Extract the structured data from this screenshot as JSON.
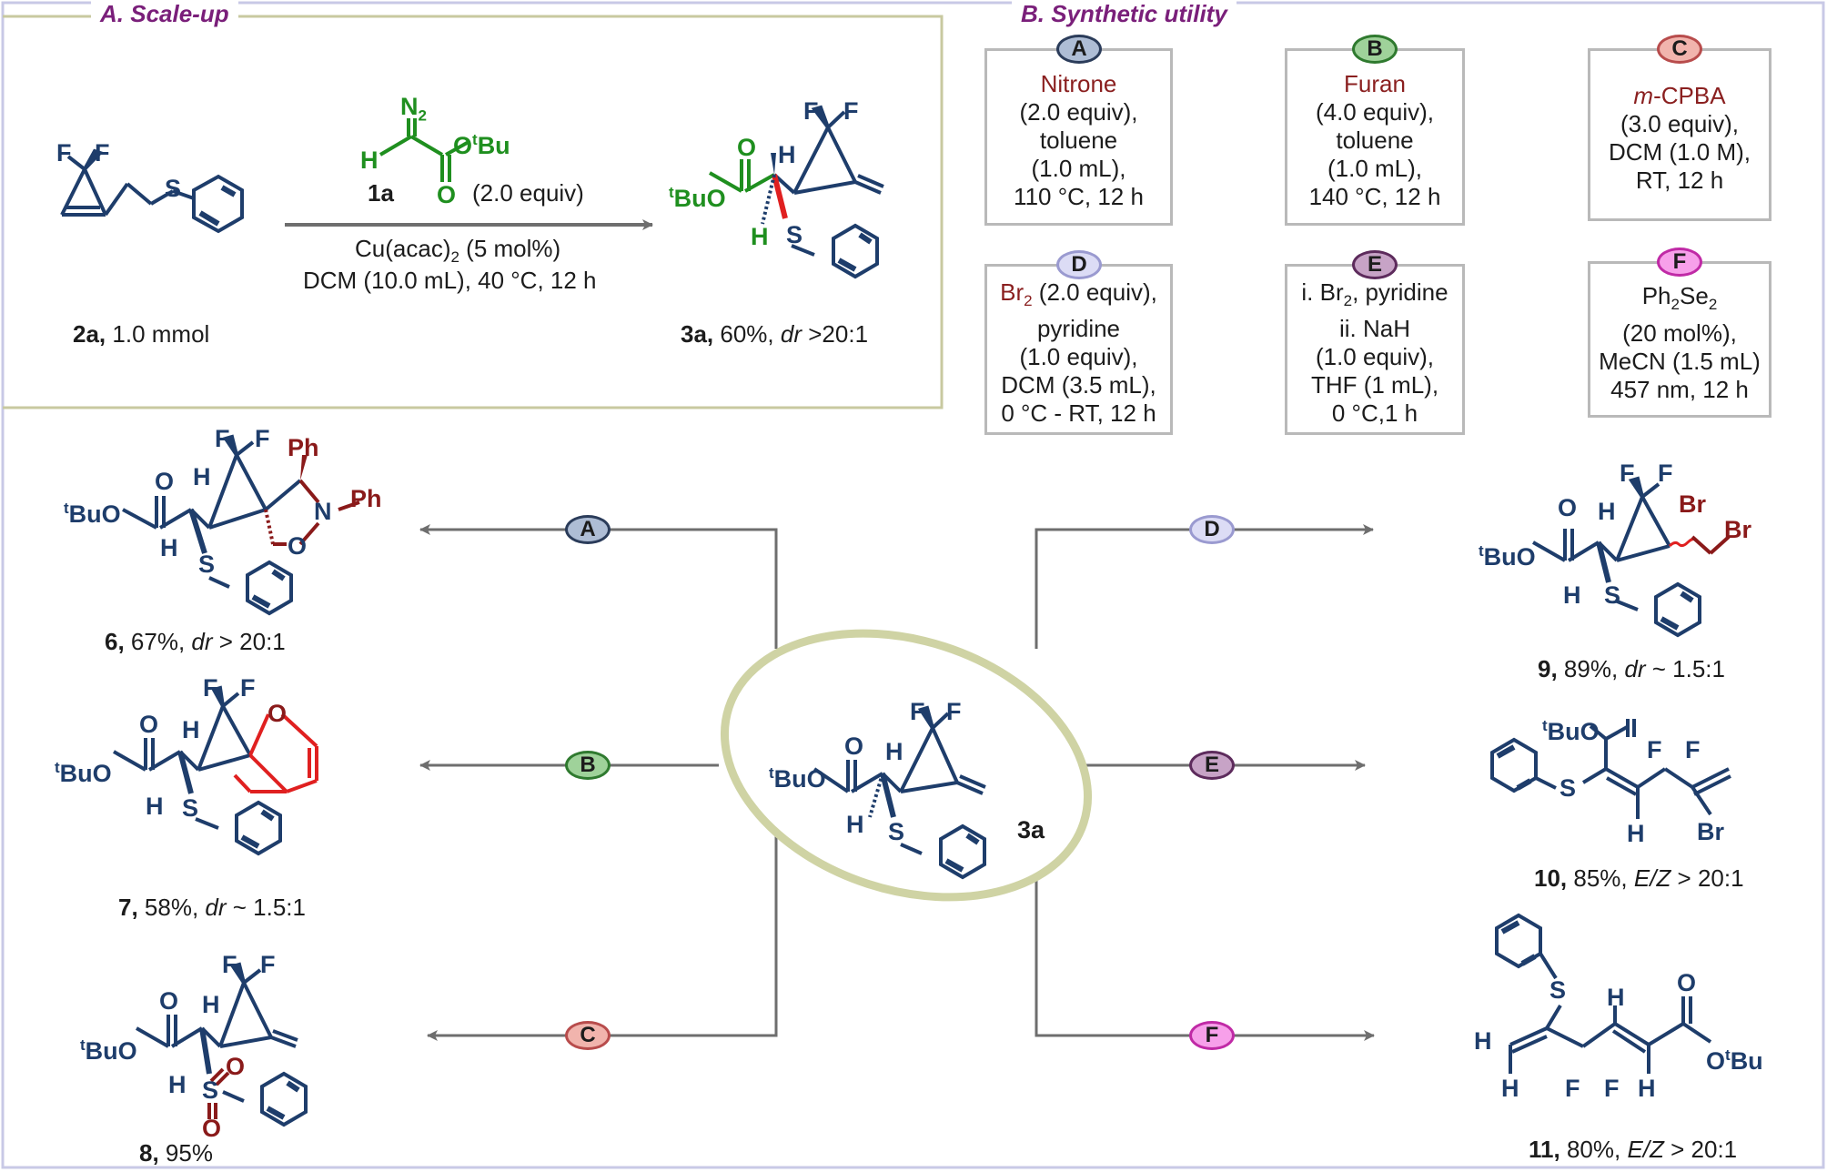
{
  "sections": {
    "scale_up": "A. Scale-up",
    "synthetic_utility": "B. Synthetic utility"
  },
  "colors": {
    "green": "#1f8f1f",
    "navy": "#1e3d6b",
    "red": "#e02020",
    "dark_red": "#8a1a1a",
    "purple_title": "#7a1f7a",
    "panel_border": "#c8c9a0",
    "ellipse": "#cfd3a4"
  },
  "scale_up": {
    "reagent": {
      "label": "1a",
      "equiv": "(2.0 equiv)"
    },
    "conditions": [
      "Cu(acac)",
      "2",
      " (5 mol%)",
      "DCM (10.0 mL), 40 °C, 12 h"
    ],
    "start": {
      "label": "2a,",
      "amount": "1.0 mmol"
    },
    "product": {
      "label": "3a,",
      "yield": "60%,",
      "dr_label": "dr",
      "dr_value": ">20:1"
    }
  },
  "conditions": {
    "A": {
      "reagent": "Nitrone",
      "lines": [
        "(2.0 equiv),",
        "toluene",
        "(1.0 mL),",
        "110 °C, 12 h"
      ]
    },
    "B": {
      "reagent": "Furan",
      "lines": [
        "(4.0 equiv),",
        "toluene",
        "(1.0 mL),",
        "140 °C, 12 h"
      ]
    },
    "C": {
      "reagent_italic": "m",
      "reagent": "-CPBA",
      "lines": [
        "(3.0 equiv),",
        "DCM (1.0 M),",
        "RT,  12 h"
      ]
    },
    "D": {
      "reagent": "Br",
      "reagent_sub": "2",
      "reagent_rest": " (2.0 equiv),",
      "lines": [
        "pyridine",
        "(1.0 equiv),",
        "DCM (3.5 mL),",
        "0 °C - RT,  12 h"
      ]
    },
    "E": {
      "line1a": "i. Br",
      "line1sub": "2",
      "line1b": ", pyridine",
      "lines": [
        "ii. NaH",
        "(1.0 equiv),",
        "THF (1 mL),",
        "0 °C,1 h"
      ]
    },
    "F": {
      "line1a": "Ph",
      "line1sub": "2",
      "line1b": "Se",
      "line1sub2": "2",
      "lines": [
        "(20 mol%),",
        "MeCN (1.5 mL)",
        "457 nm, 12 h"
      ]
    }
  },
  "pills": [
    "A",
    "B",
    "C",
    "D",
    "E",
    "F"
  ],
  "center": {
    "label": "3a"
  },
  "products": {
    "p6": {
      "num": "6,",
      "text": " 67%, ",
      "dr": "dr",
      "val": " > 20:1"
    },
    "p7": {
      "num": "7,",
      "text": " 58%, ",
      "dr": "dr",
      "val": " ~ 1.5:1"
    },
    "p8": {
      "num": "8,",
      "text": " 95%",
      "dr": "",
      "val": ""
    },
    "p9": {
      "num": "9,",
      "text": " 89%, ",
      "dr": "dr",
      "val": " ~ 1.5:1"
    },
    "p10": {
      "num": "10,",
      "text": " 85%, ",
      "dr": "E/Z",
      "val": " > 20:1"
    },
    "p11": {
      "num": "11,",
      "text": " 80%, ",
      "dr": "E/Z",
      "val": " > 20:1"
    }
  },
  "atoms": {
    "F": "F",
    "S": "S",
    "H": "H",
    "O": "O",
    "N": "N",
    "Br": "Br",
    "Ph": "Ph",
    "tBuO": "BuO",
    "OtBu": "O",
    "Bu": "Bu",
    "t": "t",
    "N2": "N",
    "two": "2"
  }
}
